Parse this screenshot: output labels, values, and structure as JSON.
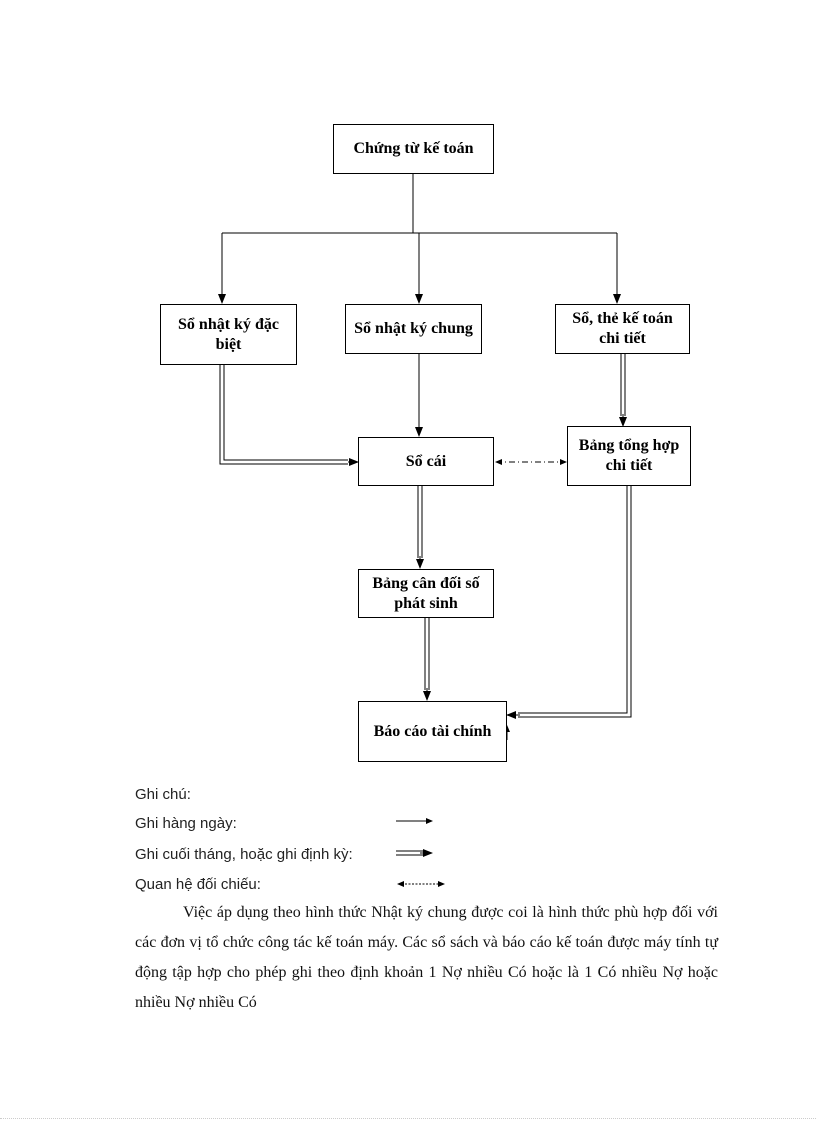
{
  "diagram": {
    "nodes": [
      {
        "id": "chung-tu",
        "label": "Chứng từ kế toán"
      },
      {
        "id": "nhat-ky-dac-biet",
        "label": "Sổ nhật ký đặc biệt"
      },
      {
        "id": "nhat-ky-chung",
        "label": "Sổ nhật ký chung"
      },
      {
        "id": "so-the-chi-tiet",
        "label": "Sổ, thẻ kế toán chi tiết"
      },
      {
        "id": "so-cai",
        "label": "Sổ cái"
      },
      {
        "id": "bang-tong-hop",
        "label": "Bảng tổng hợp chi tiết"
      },
      {
        "id": "bang-can-doi",
        "label": "Bảng cân đối số phát sinh"
      },
      {
        "id": "bao-cao",
        "label": "Báo cáo tài chính"
      }
    ],
    "edges": [
      {
        "from": "chung-tu",
        "to": "nhat-ky-dac-biet",
        "type": "daily"
      },
      {
        "from": "chung-tu",
        "to": "nhat-ky-chung",
        "type": "daily"
      },
      {
        "from": "chung-tu",
        "to": "so-the-chi-tiet",
        "type": "daily"
      },
      {
        "from": "nhat-ky-chung",
        "to": "so-cai",
        "type": "daily"
      },
      {
        "from": "nhat-ky-dac-biet",
        "to": "so-cai",
        "type": "periodic"
      },
      {
        "from": "so-the-chi-tiet",
        "to": "bang-tong-hop",
        "type": "periodic"
      },
      {
        "from": "so-cai",
        "to": "bang-can-doi",
        "type": "periodic"
      },
      {
        "from": "bang-can-doi",
        "to": "bao-cao",
        "type": "periodic"
      },
      {
        "from": "bang-tong-hop",
        "to": "bao-cao",
        "type": "periodic"
      },
      {
        "from": "so-cai",
        "to": "bang-tong-hop",
        "type": "reconcile"
      }
    ]
  },
  "legend": {
    "title": "Ghi chú:",
    "daily": "Ghi hàng ngày:",
    "periodic": "Ghi cuối tháng, hoặc ghi định kỳ:",
    "reconcile": "Quan hệ đối chiếu:"
  },
  "paragraph": "Việc áp dụng theo hình thức Nhật ký chung được coi là hình thức phù hợp đối với các đơn vị tổ chức công tác kế toán máy. Các sổ sách và báo cáo kế toán được máy tính tự động tập hợp cho phép ghi theo định khoản 1 Nợ nhiều Có hoặc là 1 Có nhiều Nợ hoặc nhiều Nợ nhiều Có"
}
